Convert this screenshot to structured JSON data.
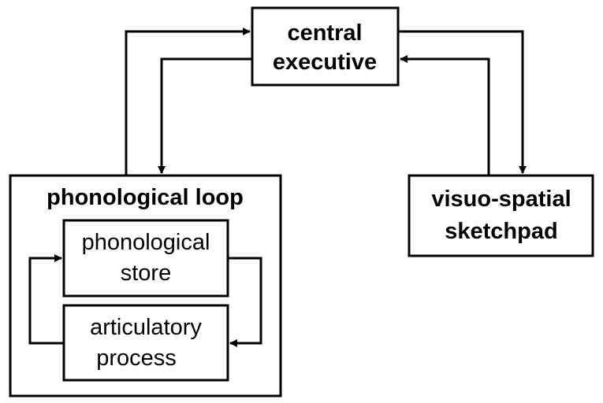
{
  "diagram": {
    "central_executive": {
      "line1": "central",
      "line2": "executive"
    },
    "phonological_loop": {
      "title": "phonological loop"
    },
    "phonological_store": {
      "line1": "phonological",
      "line2": "store"
    },
    "articulatory_process": {
      "line1": "articulatory",
      "line2": "process"
    },
    "visuo_spatial_sketchpad": {
      "line1": "visuo-spatial",
      "line2": "sketchpad"
    }
  },
  "colors": {
    "stroke": "#000000",
    "background": "#ffffff"
  }
}
